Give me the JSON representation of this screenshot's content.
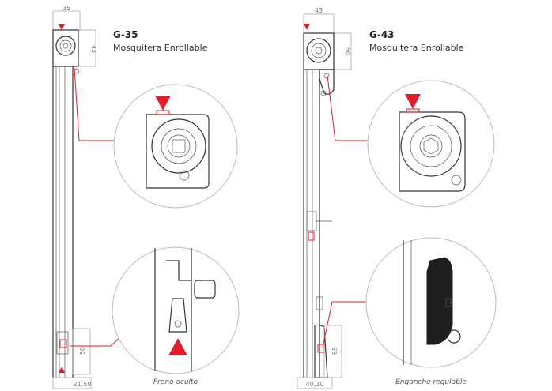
{
  "colors": {
    "accent": "#e11d2a",
    "outline": "#333333",
    "dimension": "#999999",
    "zoom_border": "#bdbdbd"
  },
  "models": [
    {
      "code": "G-35",
      "name": "Mosquitera Enrollable",
      "dim_width_top": "35",
      "dim_height_top": "43",
      "dim_bottom_height": "50",
      "dim_bottom_width": "21,50",
      "caption": "Freno oculto"
    },
    {
      "code": "G-43",
      "name": "Mosquitera Enrollable",
      "dim_width_top": "43",
      "dim_height_top": "50",
      "dim_bottom_height": "65",
      "dim_bottom_width": "40,30",
      "caption": "Enganche regulable"
    }
  ]
}
